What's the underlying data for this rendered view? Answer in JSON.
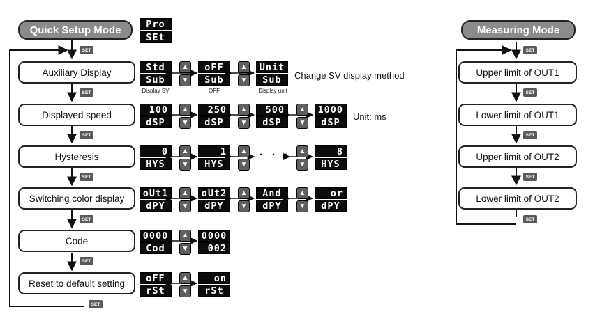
{
  "quick_setup": {
    "title": "Quick Setup Mode",
    "entry_display": {
      "top": "Pro",
      "bottom": "SEt"
    },
    "set_label": "SET",
    "steps": [
      {
        "label": "Auxiliary Display"
      },
      {
        "label": "Displayed speed"
      },
      {
        "label": "Hysteresis"
      },
      {
        "label": "Switching color display"
      },
      {
        "label": "Code"
      },
      {
        "label": "Reset to default setting"
      }
    ],
    "rows": {
      "aux": {
        "displays": [
          {
            "top": "Std",
            "bottom": "Sub",
            "caption": "Display SV"
          },
          {
            "top": "oFF",
            "bottom": "Sub",
            "caption": "OFF"
          },
          {
            "top": "Unit",
            "bottom": "Sub",
            "caption": "Display unit"
          }
        ],
        "note": "Change SV display method"
      },
      "speed": {
        "displays": [
          {
            "top": "100",
            "bottom": "dSP"
          },
          {
            "top": "250",
            "bottom": "dSP"
          },
          {
            "top": "500",
            "bottom": "dSP"
          },
          {
            "top": "1000",
            "bottom": "dSP"
          }
        ],
        "note": "Unit: ms"
      },
      "hys": {
        "displays": [
          {
            "top": "0",
            "bottom": "HYS"
          },
          {
            "top": "1",
            "bottom": "HYS"
          },
          {
            "top": "8",
            "bottom": "HYS"
          }
        ],
        "ellipsis": "· · · ·"
      },
      "color": {
        "displays": [
          {
            "top": "oUt1",
            "bottom": "dPY"
          },
          {
            "top": "oUt2",
            "bottom": "dPY"
          },
          {
            "top": "And",
            "bottom": "dPY"
          },
          {
            "top": "or",
            "bottom": "dPY"
          }
        ]
      },
      "code": {
        "displays": [
          {
            "top": "0000",
            "bottom": "Cod"
          },
          {
            "top": "0000",
            "bottom": "002"
          }
        ]
      },
      "reset": {
        "displays": [
          {
            "top": "oFF",
            "bottom": "rSt"
          },
          {
            "top": "on",
            "bottom": "rSt"
          }
        ]
      }
    }
  },
  "measuring": {
    "title": "Measuring Mode",
    "set_label": "SET",
    "steps": [
      {
        "label": "Upper limit of OUT1"
      },
      {
        "label": "Lower limit of OUT1"
      },
      {
        "label": "Upper limit of OUT2"
      },
      {
        "label": "Lower limit of OUT2"
      }
    ]
  },
  "icons": {
    "up": "▲",
    "down": "▼"
  }
}
